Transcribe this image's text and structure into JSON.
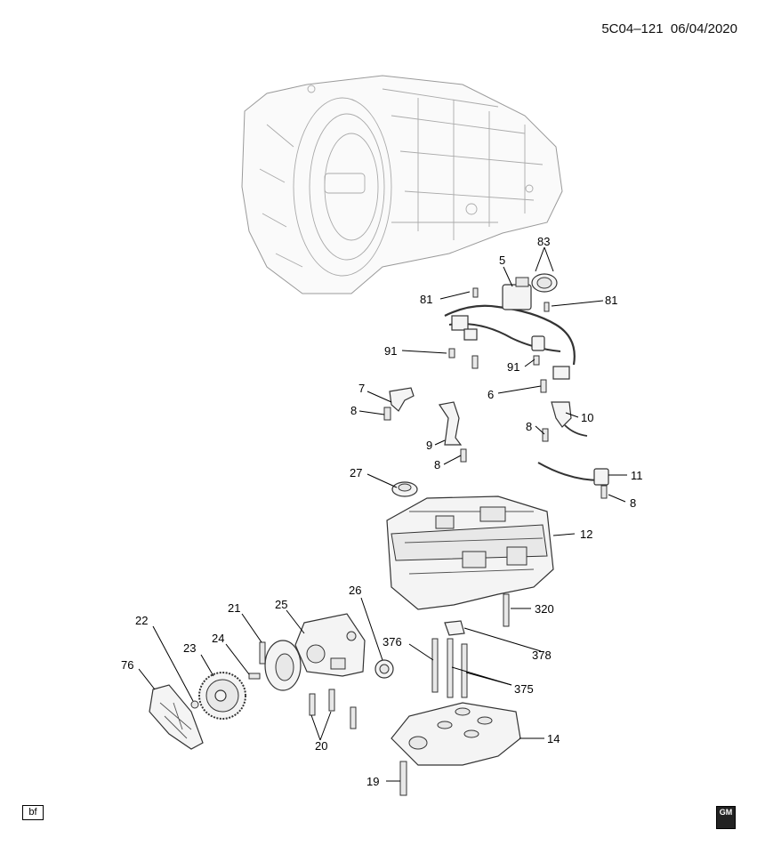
{
  "header": {
    "doc_code": "5C04–121",
    "date": "06/04/2020"
  },
  "footer": {
    "tag": "bf",
    "logo_text": "GM"
  },
  "callouts": [
    {
      "id": "c83",
      "label": "83"
    },
    {
      "id": "c5",
      "label": "5"
    },
    {
      "id": "c81a",
      "label": "81"
    },
    {
      "id": "c81b",
      "label": "81"
    },
    {
      "id": "c91a",
      "label": "91"
    },
    {
      "id": "c91b",
      "label": "91"
    },
    {
      "id": "c6",
      "label": "6"
    },
    {
      "id": "c7",
      "label": "7"
    },
    {
      "id": "c8a",
      "label": "8"
    },
    {
      "id": "c9",
      "label": "9"
    },
    {
      "id": "c8b",
      "label": "8"
    },
    {
      "id": "c8c",
      "label": "8"
    },
    {
      "id": "c10",
      "label": "10"
    },
    {
      "id": "c11",
      "label": "11"
    },
    {
      "id": "c8d",
      "label": "8"
    },
    {
      "id": "c27",
      "label": "27"
    },
    {
      "id": "c12",
      "label": "12"
    },
    {
      "id": "c320",
      "label": "320"
    },
    {
      "id": "c22",
      "label": "22"
    },
    {
      "id": "c21",
      "label": "21"
    },
    {
      "id": "c25",
      "label": "25"
    },
    {
      "id": "c26",
      "label": "26"
    },
    {
      "id": "c23",
      "label": "23"
    },
    {
      "id": "c24",
      "label": "24"
    },
    {
      "id": "c76",
      "label": "76"
    },
    {
      "id": "c376",
      "label": "376"
    },
    {
      "id": "c378",
      "label": "378"
    },
    {
      "id": "c375",
      "label": "375"
    },
    {
      "id": "c14",
      "label": "14"
    },
    {
      "id": "c20",
      "label": "20"
    },
    {
      "id": "c19",
      "label": "19"
    }
  ]
}
